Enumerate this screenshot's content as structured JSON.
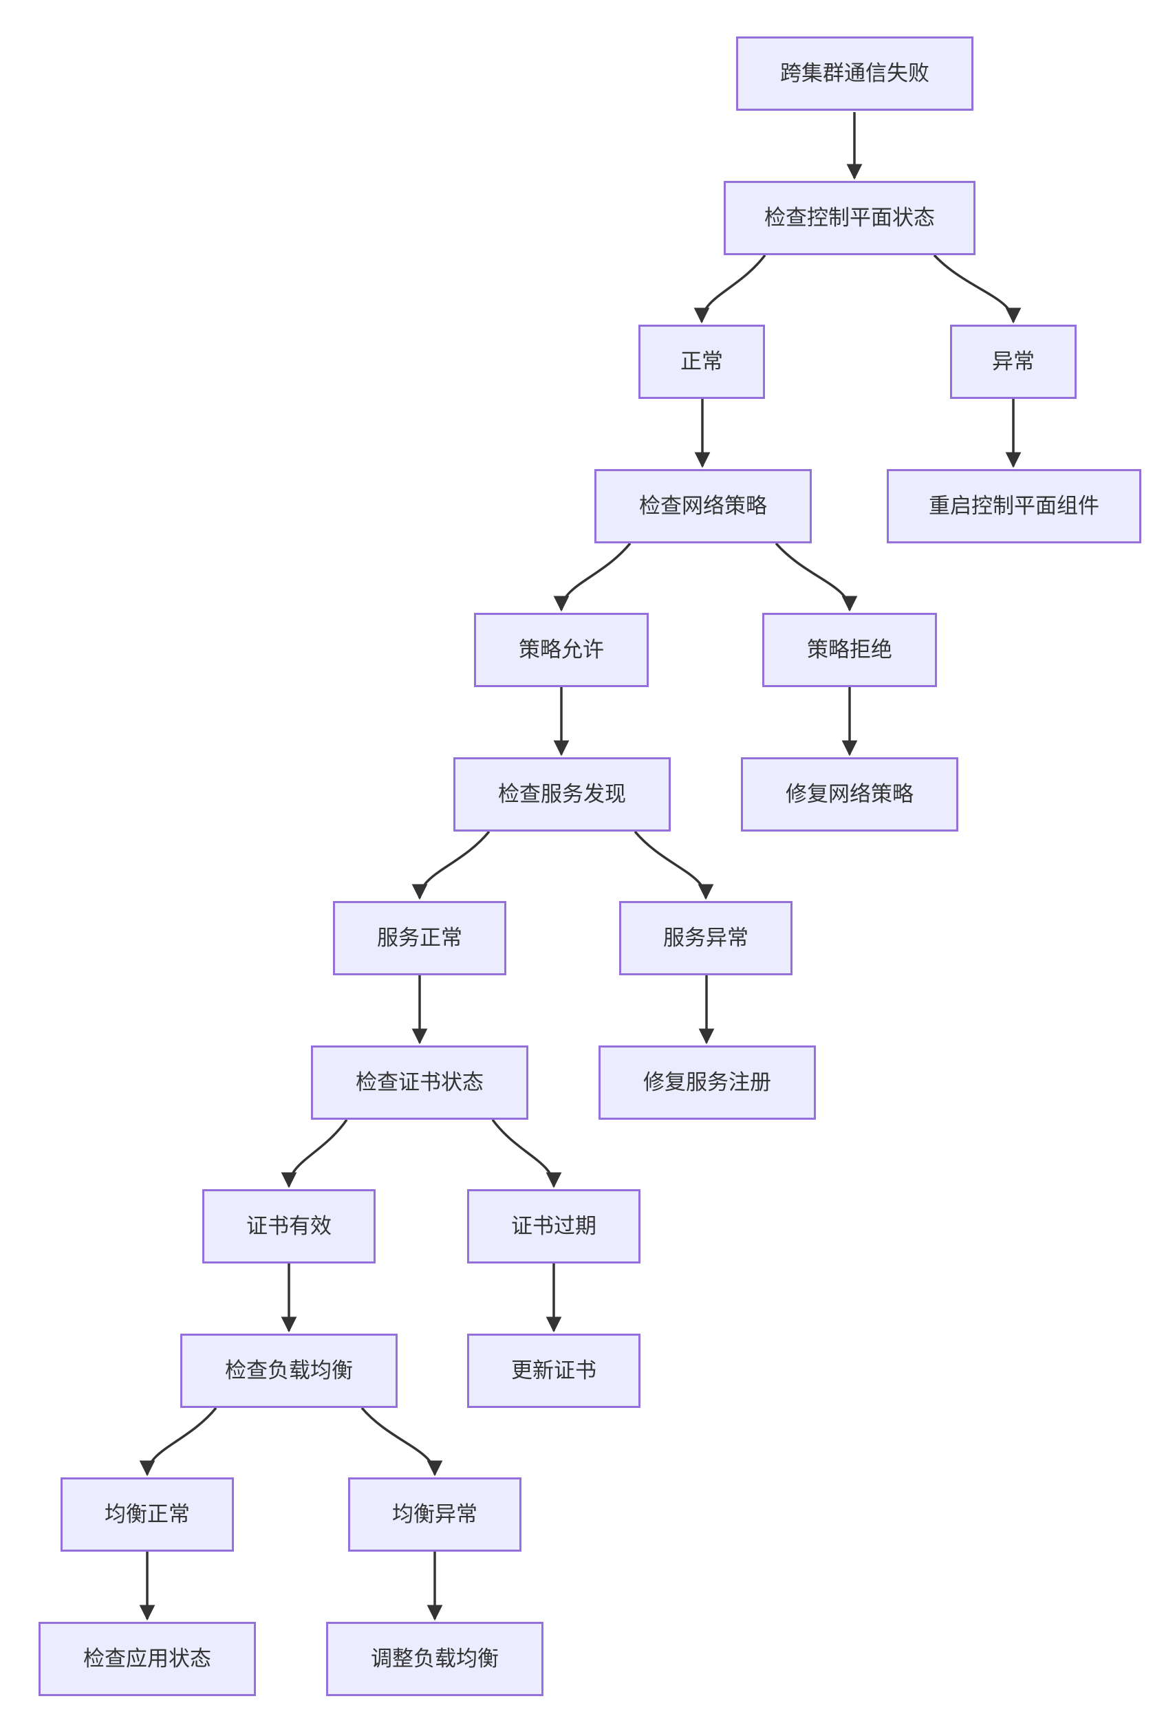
{
  "diagram": {
    "type": "flowchart",
    "direction": "top-down",
    "colors": {
      "background": "#ffffff",
      "node_fill": "#ECECFF",
      "node_border": "#9370DB",
      "node_text": "#333333",
      "edge_stroke": "#333333",
      "arrowhead_fill": "#333333"
    },
    "nodes": [
      {
        "id": "comm-failure",
        "label": "跨集群通信失败"
      },
      {
        "id": "check-control-plane",
        "label": "检查控制平面状态"
      },
      {
        "id": "normal",
        "label": "正常"
      },
      {
        "id": "abnormal",
        "label": "异常"
      },
      {
        "id": "check-network-policy",
        "label": "检查网络策略"
      },
      {
        "id": "restart-control-plane",
        "label": "重启控制平面组件"
      },
      {
        "id": "policy-allow",
        "label": "策略允许"
      },
      {
        "id": "policy-deny",
        "label": "策略拒绝"
      },
      {
        "id": "check-service-discovery",
        "label": "检查服务发现"
      },
      {
        "id": "fix-network-policy",
        "label": "修复网络策略"
      },
      {
        "id": "service-normal",
        "label": "服务正常"
      },
      {
        "id": "service-abnormal",
        "label": "服务异常"
      },
      {
        "id": "check-cert-status",
        "label": "检查证书状态"
      },
      {
        "id": "fix-service-registration",
        "label": "修复服务注册"
      },
      {
        "id": "cert-valid",
        "label": "证书有效"
      },
      {
        "id": "cert-expired",
        "label": "证书过期"
      },
      {
        "id": "check-load-balancer",
        "label": "检查负载均衡"
      },
      {
        "id": "renew-cert",
        "label": "更新证书"
      },
      {
        "id": "lb-normal",
        "label": "均衡正常"
      },
      {
        "id": "lb-abnormal",
        "label": "均衡异常"
      },
      {
        "id": "check-app-status",
        "label": "检查应用状态"
      },
      {
        "id": "adjust-load-balancer",
        "label": "调整负载均衡"
      }
    ],
    "edges": [
      {
        "from": "comm-failure",
        "to": "check-control-plane"
      },
      {
        "from": "check-control-plane",
        "to": "normal"
      },
      {
        "from": "check-control-plane",
        "to": "abnormal"
      },
      {
        "from": "normal",
        "to": "check-network-policy"
      },
      {
        "from": "abnormal",
        "to": "restart-control-plane"
      },
      {
        "from": "check-network-policy",
        "to": "policy-allow"
      },
      {
        "from": "check-network-policy",
        "to": "policy-deny"
      },
      {
        "from": "policy-allow",
        "to": "check-service-discovery"
      },
      {
        "from": "policy-deny",
        "to": "fix-network-policy"
      },
      {
        "from": "check-service-discovery",
        "to": "service-normal"
      },
      {
        "from": "check-service-discovery",
        "to": "service-abnormal"
      },
      {
        "from": "service-normal",
        "to": "check-cert-status"
      },
      {
        "from": "service-abnormal",
        "to": "fix-service-registration"
      },
      {
        "from": "check-cert-status",
        "to": "cert-valid"
      },
      {
        "from": "check-cert-status",
        "to": "cert-expired"
      },
      {
        "from": "cert-valid",
        "to": "check-load-balancer"
      },
      {
        "from": "cert-expired",
        "to": "renew-cert"
      },
      {
        "from": "check-load-balancer",
        "to": "lb-normal"
      },
      {
        "from": "check-load-balancer",
        "to": "lb-abnormal"
      },
      {
        "from": "lb-normal",
        "to": "check-app-status"
      },
      {
        "from": "lb-abnormal",
        "to": "adjust-load-balancer"
      }
    ]
  }
}
